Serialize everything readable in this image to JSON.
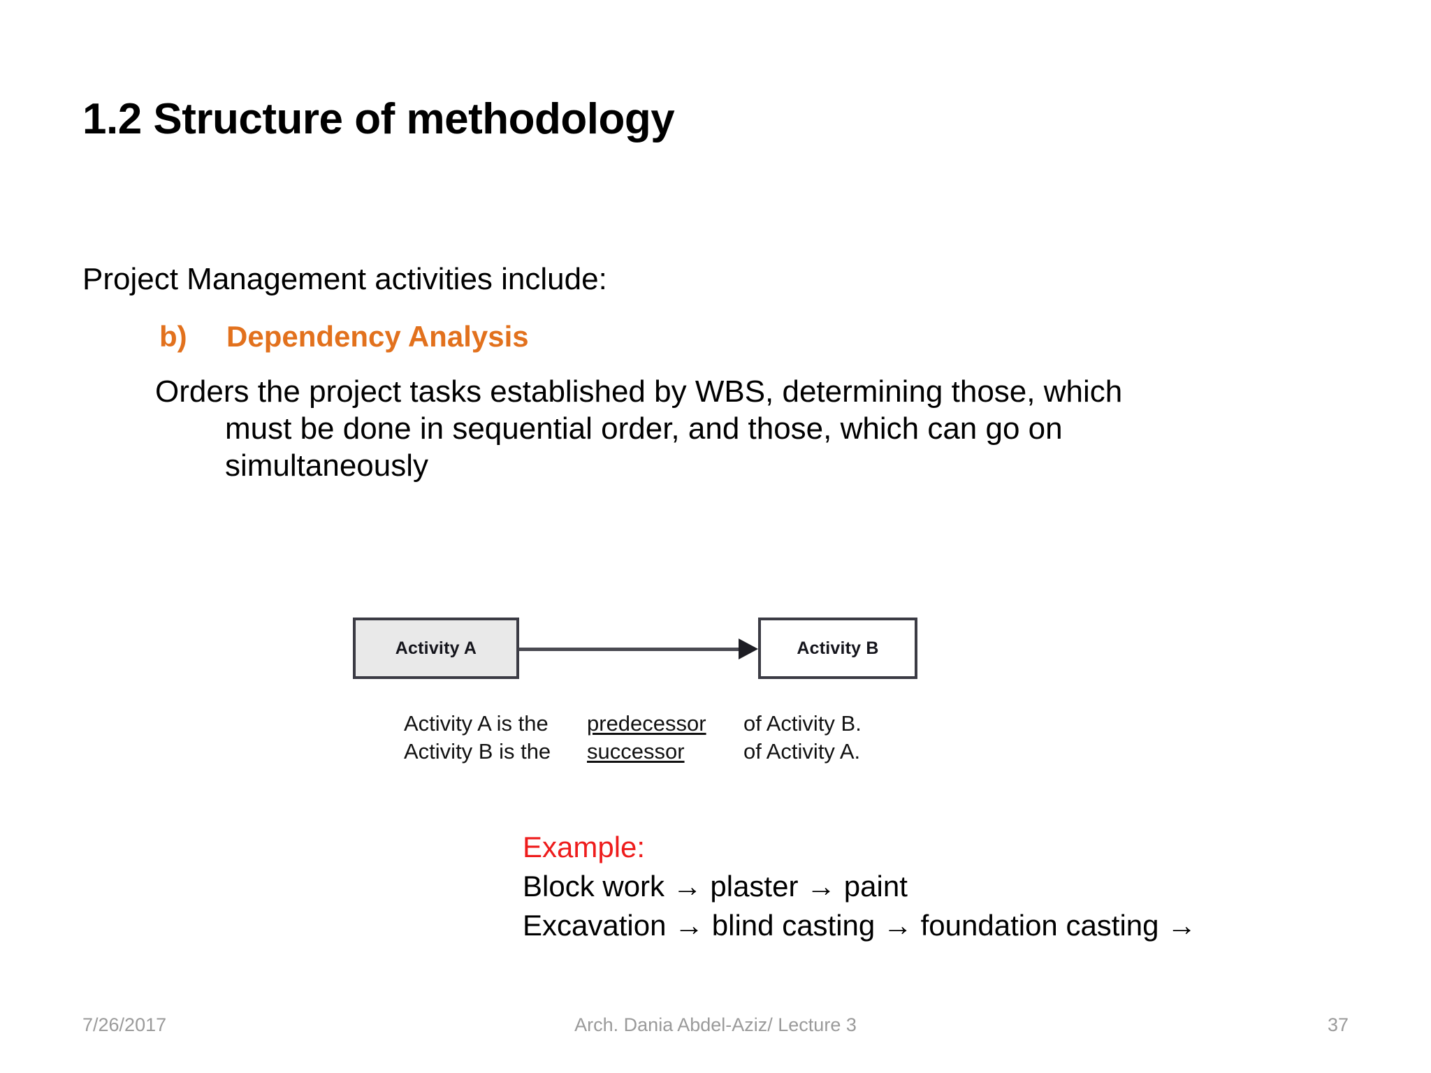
{
  "slide": {
    "title": "1.2 Structure of methodology",
    "intro": "Project Management activities include:",
    "sub_heading": {
      "marker": "b)",
      "label": "Dependency Analysis",
      "color": "#E2711D"
    },
    "paragraph": {
      "line1": "Orders the project tasks established by WBS, determining those, which",
      "line2": "must be done in sequential order, and those, which can go on",
      "line3": "simultaneously"
    },
    "diagram": {
      "box_a_label": "Activity A",
      "box_b_label": "Activity B",
      "box_a_fill": "#e9e9e9",
      "box_b_fill": "#ffffff",
      "border_color": "#3b3b44",
      "caption": {
        "row1_lead": "Activity A is the",
        "row1_term": "predecessor",
        "row1_tail": "of Activity B.",
        "row2_lead": "Activity B is the",
        "row2_term": "successor",
        "row2_tail": "of Activity A."
      }
    },
    "example": {
      "label": "Example:",
      "label_color": "#EE1C1C",
      "line1": "Block work → plaster → paint",
      "line2": "Excavation → blind casting → foundation casting →"
    },
    "footer": {
      "date": "7/26/2017",
      "center": "Arch. Dania Abdel-Aziz/ Lecture 3",
      "page": "37",
      "color": "#9a9a9a"
    }
  }
}
